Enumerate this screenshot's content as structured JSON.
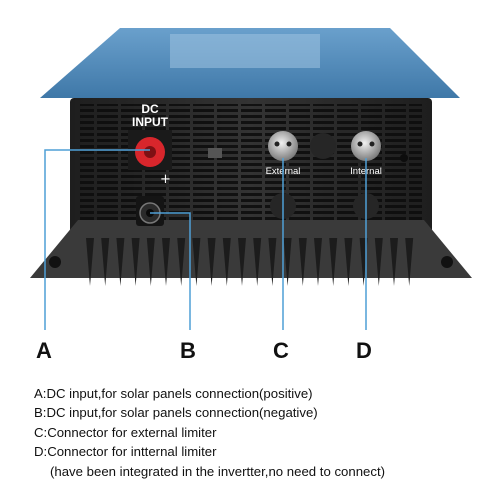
{
  "panel_labels": {
    "dc_input_line1": "DC",
    "dc_input_line2": "INPUT",
    "plus_sign": "+",
    "external": "External",
    "internal": "Internal"
  },
  "callouts": {
    "a": "A",
    "b": "B",
    "c": "C",
    "d": "D"
  },
  "legend": {
    "a": "A:DC  input,for solar panels connection(positive)",
    "b": "B:DC  input,for solar panels connection(negative)",
    "c": "C:Connector for external  limiter",
    "d": "D:Connector for intternal limiter",
    "d_note": "(have been integrated in the invertter,no need to connect)"
  },
  "colors": {
    "case_blue": "#4a86b8",
    "panel_dark": "#2a2a2a",
    "terminal_red": "#d8262c",
    "callout_line": "#4f9fd6"
  }
}
